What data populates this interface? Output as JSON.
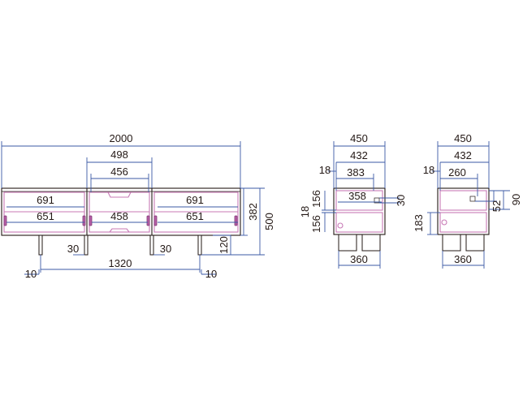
{
  "front_view": {
    "overall_width": "2000",
    "middle_outer_width": "498",
    "middle_inner_width": "456",
    "left_drawer_top": "691",
    "left_drawer_bottom": "651",
    "middle_drawer": "458",
    "right_drawer_top": "691",
    "right_drawer_bottom": "651",
    "body_height": "382",
    "total_height": "500",
    "leg_height": "120",
    "leg_spacing": "1320",
    "inner_leg_gap_left": "30",
    "inner_leg_gap_right": "30",
    "leg_width_left": "10",
    "leg_width_right": "10"
  },
  "side_view_a": {
    "depth": "450",
    "inner_depth": "432",
    "panel_thickness": "18",
    "shelf_depth": "383",
    "upper_height": "156",
    "divider": "18",
    "lower_height": "156",
    "inner_width": "358",
    "cable_hole": "30",
    "leg_depth": "360"
  },
  "side_view_b": {
    "depth": "450",
    "inner_depth": "432",
    "panel_thickness": "18",
    "drawer_depth": "260",
    "height_90": "90",
    "height_52": "52",
    "lower_height": "183",
    "leg_depth": "360"
  }
}
